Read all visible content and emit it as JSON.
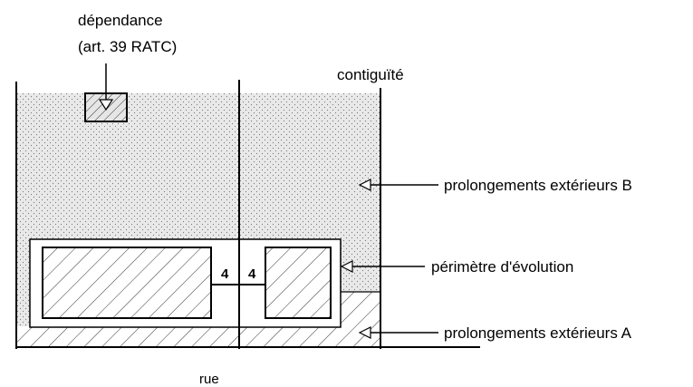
{
  "labels": {
    "dependance_line1": "dépendance",
    "dependance_line2": "(art. 39 RATC)",
    "contiguite": "contiguïté",
    "prolongements_b": "prolongements extérieurs B",
    "perimetre": "périmètre d'évolution",
    "prolongements_a": "prolongements extérieurs A",
    "rue": "rue",
    "distance_left": "4",
    "distance_right": "4"
  }
}
